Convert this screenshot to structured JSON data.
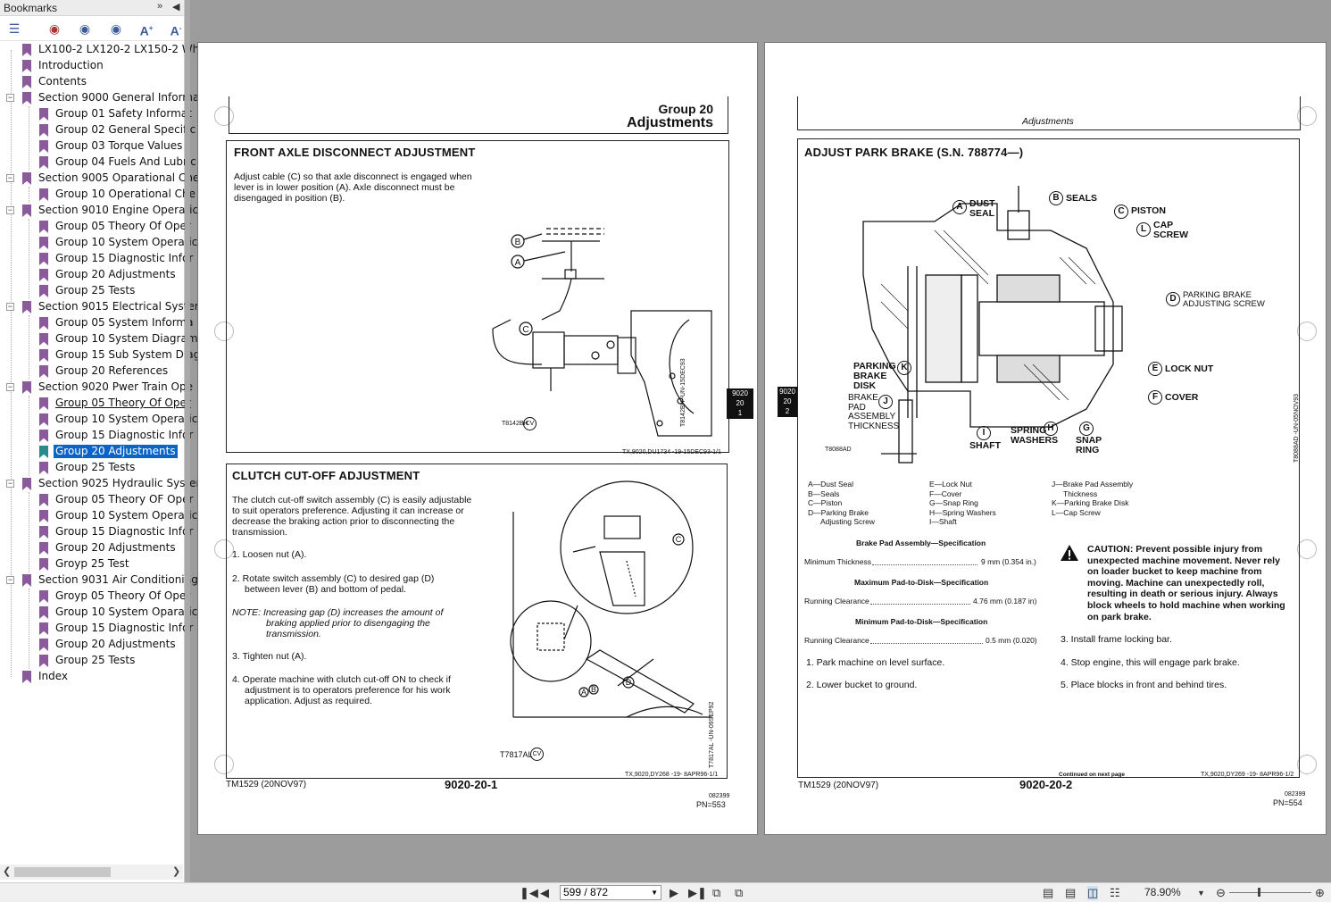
{
  "sidebar": {
    "title": "Bookmarks",
    "items": [
      {
        "label": "LX100-2 LX120-2 LX150-2 Wh",
        "level": 0,
        "toggle": ""
      },
      {
        "label": "Introduction",
        "level": 0,
        "toggle": ""
      },
      {
        "label": "Contents",
        "level": 0,
        "toggle": ""
      },
      {
        "label": "Section 9000 General Informa",
        "level": 0,
        "toggle": "−"
      },
      {
        "label": "Group 01 Safety Informat",
        "level": 1,
        "toggle": ""
      },
      {
        "label": "Group 02 General Specific",
        "level": 1,
        "toggle": ""
      },
      {
        "label": "Group 03 Torque Values",
        "level": 1,
        "toggle": ""
      },
      {
        "label": "Group 04 Fuels And Lubric",
        "level": 1,
        "toggle": ""
      },
      {
        "label": "Section 9005 Oparational Che",
        "level": 0,
        "toggle": "−"
      },
      {
        "label": "Group 10 Operational Che",
        "level": 1,
        "toggle": ""
      },
      {
        "label": "Section 9010 Engine Operatic",
        "level": 0,
        "toggle": "−"
      },
      {
        "label": "Group 05 Theory Of Oper",
        "level": 1,
        "toggle": ""
      },
      {
        "label": "Group 10 System Operatic",
        "level": 1,
        "toggle": ""
      },
      {
        "label": "Group 15 Diagnostic Infor",
        "level": 1,
        "toggle": ""
      },
      {
        "label": "Group 20 Adjustments",
        "level": 1,
        "toggle": ""
      },
      {
        "label": "Group 25 Tests",
        "level": 1,
        "toggle": ""
      },
      {
        "label": "Section 9015 Electrical Syster",
        "level": 0,
        "toggle": "−"
      },
      {
        "label": "Group 05 System Informa",
        "level": 1,
        "toggle": ""
      },
      {
        "label": "Group 10 System Diagram",
        "level": 1,
        "toggle": ""
      },
      {
        "label": "Group 15 Sub System Diag",
        "level": 1,
        "toggle": ""
      },
      {
        "label": "Group 20 References",
        "level": 1,
        "toggle": ""
      },
      {
        "label": "Section 9020 Pwer Train Ope",
        "level": 0,
        "toggle": "−"
      },
      {
        "label": "Group 05 Theory Of Oper",
        "level": 1,
        "toggle": "",
        "underline": true
      },
      {
        "label": "Group 10 System Operatic",
        "level": 1,
        "toggle": ""
      },
      {
        "label": "Group 15 Diagnostic Infor",
        "level": 1,
        "toggle": ""
      },
      {
        "label": "Group 20 Adjustments",
        "level": 1,
        "toggle": "",
        "selected": true
      },
      {
        "label": "Group 25 Tests",
        "level": 1,
        "toggle": ""
      },
      {
        "label": "Section 9025 Hydraulic Syster",
        "level": 0,
        "toggle": "−"
      },
      {
        "label": "Group 05 Theory OF Oper",
        "level": 1,
        "toggle": ""
      },
      {
        "label": "Group 10 System Operatic",
        "level": 1,
        "toggle": ""
      },
      {
        "label": "Group 15 Diagnostic Infor",
        "level": 1,
        "toggle": ""
      },
      {
        "label": "Group 20 Adjustments",
        "level": 1,
        "toggle": ""
      },
      {
        "label": "Groyp 25 Test",
        "level": 1,
        "toggle": ""
      },
      {
        "label": "Section 9031 Air Conditioning",
        "level": 0,
        "toggle": "−"
      },
      {
        "label": "Groyp 05 Theory Of Oper",
        "level": 1,
        "toggle": ""
      },
      {
        "label": "Group 10 System Oparatic",
        "level": 1,
        "toggle": ""
      },
      {
        "label": "Group 15 Diagnostic Infor",
        "level": 1,
        "toggle": ""
      },
      {
        "label": "Group 20 Adjustments",
        "level": 1,
        "toggle": ""
      },
      {
        "label": "Group 25 Tests",
        "level": 1,
        "toggle": ""
      },
      {
        "label": "Index",
        "level": 0,
        "toggle": ""
      }
    ]
  },
  "page_left": {
    "group": "Group 20",
    "group_sub": "Adjustments",
    "sec1_title": "FRONT AXLE DISCONNECT ADJUSTMENT",
    "sec1_body1": "Adjust cable (C) so that axle disconnect is engaged when",
    "sec1_body2": "lever is in lower position (A). Axle disconnect must be",
    "sec1_body3": "disengaged in position (B).",
    "sec1_fig": "T8142BH",
    "sec1_fig_side": "T8142BH  -UN-15DEC93",
    "sec1_ref": "TX,9020,DU1734  -19-15DEC93-1/1",
    "tab": [
      "9020",
      "20",
      "1"
    ],
    "sec2_title": "CLUTCH CUT-OFF ADJUSTMENT",
    "sec2_p1": "The clutch cut-off switch assembly (C) is easily adjustable",
    "sec2_p2": "to suit operators preference. Adjusting it can increase or",
    "sec2_p3": "decrease the braking action prior to disconnecting the",
    "sec2_p4": "transmission.",
    "step1": "1.  Loosen nut (A).",
    "step2a": "2.  Rotate switch assembly (C) to desired gap (D)",
    "step2b": "between lever (B) and bottom of pedal.",
    "note1": "NOTE:  Increasing gap (D) increases the amount of",
    "note2": "braking applied prior to disengaging the",
    "note3": "transmission.",
    "step3": "3.  Tighten nut (A).",
    "step4a": "4.  Operate machine with clutch cut-off ON to check if",
    "step4b": "adjustment is to operators preference for his work",
    "step4c": "application. Adjust as required.",
    "sec2_fig": "T7817AL",
    "sec2_fig_side": "T7817AL  -UN-09SEP92",
    "sec2_ref": "TX,9020,DY268  -19-  8APR96-1/1",
    "footer_tm": "TM1529 (20NOV97)",
    "footer_page": "9020-20-1",
    "footer_code": "082399",
    "footer_pn": "PN=553"
  },
  "page_right": {
    "header": "Adjustments",
    "title": "ADJUST PARK BRAKE (S.N. 788774—)",
    "callouts": {
      "a": "A",
      "a_lbl1": "DUST",
      "a_lbl2": "SEAL",
      "b": "B",
      "b_lbl": "SEALS",
      "c": "C",
      "c_lbl": "PISTON",
      "l": "L",
      "l_lbl1": "CAP",
      "l_lbl2": "SCREW",
      "d": "D",
      "d_lbl1": "PARKING BRAKE",
      "d_lbl2": "ADJUSTING SCREW",
      "e": "E",
      "e_lbl": "LOCK NUT",
      "f": "F",
      "f_lbl": "COVER",
      "k": "K",
      "k_lbl1": "PARKING",
      "k_lbl2": "BRAKE",
      "k_lbl3": "DISK",
      "j": "J",
      "j_lbl1": "BRAKE",
      "j_lbl2": "PAD",
      "j_lbl3": "ASSEMBLY",
      "j_lbl4": "THICKNESS",
      "i": "I",
      "i_lbl": "SHAFT",
      "h": "H",
      "h_lbl1": "SPRING",
      "h_lbl2": "WASHERS",
      "g": "G",
      "g_lbl1": "SNAP",
      "g_lbl2": "RING"
    },
    "fig": "T8088AD",
    "fig_side": "T8088AD  -UN-05NOV93",
    "legend": [
      [
        "A—Dust Seal",
        "E—Lock Nut",
        "J—Brake Pad Assembly"
      ],
      [
        "B—Seals",
        "F—Cover",
        "Thickness"
      ],
      [
        "C—Piston",
        "G—Snap Ring",
        "K—Parking Brake Disk"
      ],
      [
        "D—Parking Brake",
        "H—Spring Washers",
        "L—Cap Screw"
      ],
      [
        "Adjusting Screw",
        "I—Shaft",
        ""
      ]
    ],
    "spec1_title": "Brake Pad Assembly—Specification",
    "spec1_lbl": "Minimum Thickness",
    "spec1_val": "9 mm (0.354 in.)",
    "spec2_title": "Maximum Pad-to-Disk—Specification",
    "spec2_lbl": "Running Clearance",
    "spec2_val": "4.76 mm (0.187 in)",
    "spec3_title": "Minimum Pad-to-Disk—Specification",
    "spec3_lbl": "Running Clearance",
    "spec3_val": "0.5 mm (0.020)",
    "step1": "1.  Park machine on level surface.",
    "step2": "2.  Lower bucket to ground.",
    "caution1": "CAUTION: Prevent possible injury from",
    "caution2": "unexpected machine movement. Never rely",
    "caution3": "on loader bucket to keep machine from",
    "caution4": "moving. Machine can unexpectedly roll,",
    "caution5": "resulting in death or serious injury. Always",
    "caution6": "block wheels to hold machine when working",
    "caution7": "on park brake.",
    "step3": "3.  Install frame locking bar.",
    "step4": "4.  Stop engine, this will engage park brake.",
    "step5": "5.  Place blocks in front and behind tires.",
    "continued": "Continued on next page",
    "ref": "TX,9020,DY269  -19-  8APR96-1/2",
    "tab": [
      "9020",
      "20",
      "2"
    ],
    "footer_tm": "TM1529 (20NOV97)",
    "footer_page": "9020-20-2",
    "footer_code": "082399",
    "footer_pn": "PN=554"
  },
  "statusbar": {
    "page_display": "599 / 872",
    "zoom": "78.90%"
  }
}
